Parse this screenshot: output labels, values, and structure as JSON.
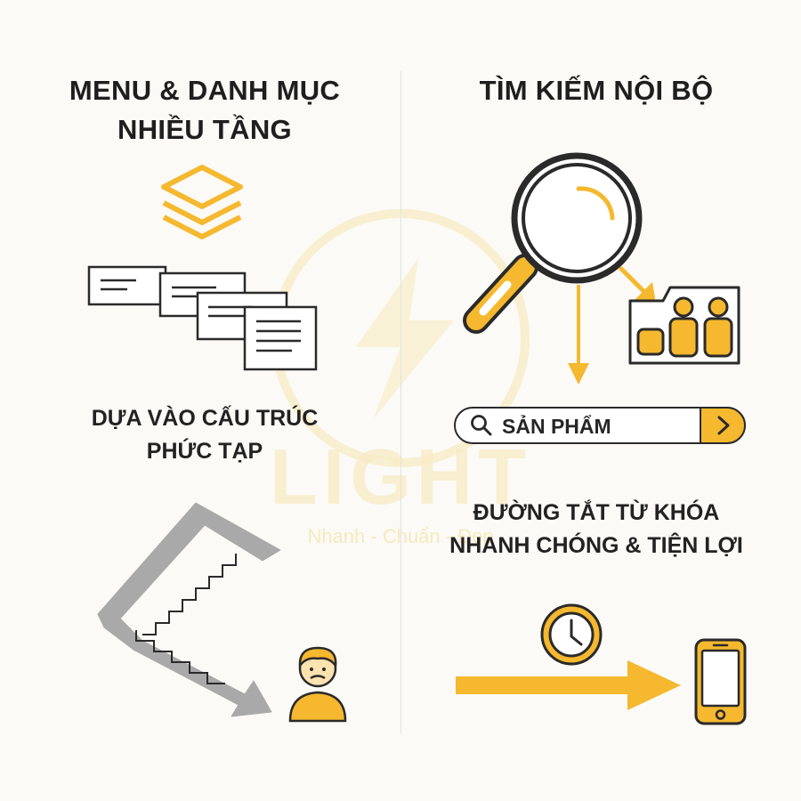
{
  "left_panel": {
    "title_line1": "MENU & DANH MỤC",
    "title_line2": "NHIỀU TẦNG",
    "caption_line1": "DỰA VÀO CẤU TRÚC",
    "caption_line2": "PHỨC TẠP"
  },
  "right_panel": {
    "title": "TÌM KIẾM NỘI BỘ",
    "search_text": "SẢN PHẨM",
    "caption_line1": "ĐƯỜNG TẮT TỪ KHÓA",
    "caption_line2": "NHANH CHÓNG & TIỆN LỢI"
  },
  "watermark": {
    "brand": "LIGHT",
    "tagline": "Nhanh - Chuẩn - Đẹp"
  },
  "colors": {
    "accent": "#f5b82e",
    "stroke": "#2a2a2a",
    "gray_arrow": "#a9a9a9",
    "background": "#fbfaf6"
  }
}
